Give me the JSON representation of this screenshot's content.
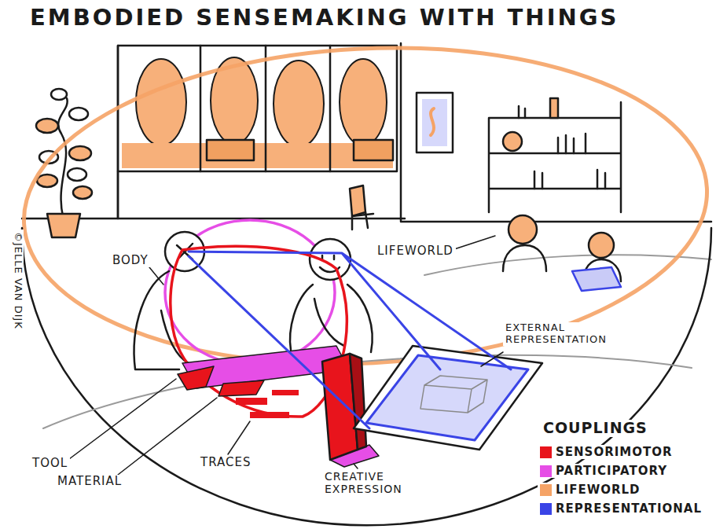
{
  "diagram": {
    "title": "EMBODIED SENSEMAKING WITH THINGS",
    "labels": [
      "BODY",
      "LIFEWORLD",
      "EXTERNAL REPRESENTATION",
      "TOOL",
      "MATERIAL",
      "TRACES",
      "CREATIVE EXPRESSION",
      "©JELLE VAN DIJK",
      "COUPLINGS"
    ],
    "legend": [
      {
        "text": "SENSORIMOTOR",
        "color": "#e8141c"
      },
      {
        "text": "PARTICIPATORY",
        "color": "#e64ee6"
      },
      {
        "text": "LIFEWORLD",
        "color": "#f5a366"
      },
      {
        "text": "REPRESENTATIONAL",
        "color": "#3a44e6"
      }
    ]
  }
}
